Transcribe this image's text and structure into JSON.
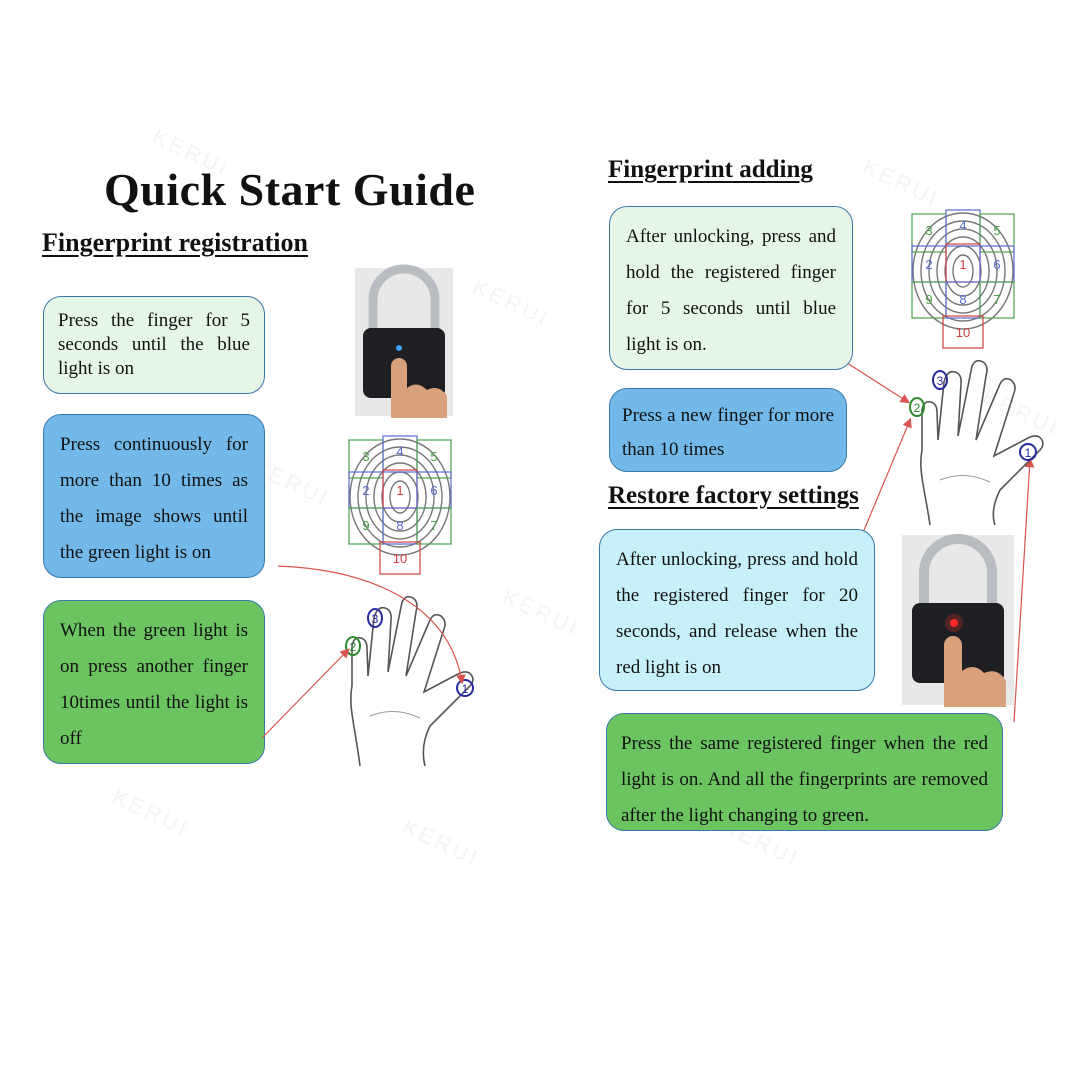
{
  "title": "Quick Start Guide",
  "sections": {
    "registration": {
      "heading": "Fingerprint registration",
      "step1": "Press the finger for 5 seconds until the blue light is on",
      "step2": "Press continuously for more than 10 times as the image shows until the green light is on",
      "step3": "When the green light is on press another finger 10times until the light is off"
    },
    "adding": {
      "heading": "Fingerprint adding",
      "step1": "After unlocking, press and hold the registered finger for 5 seconds until blue light is on.",
      "step2": "Press a new finger for more than 10 times"
    },
    "restore": {
      "heading": "Restore factory settings",
      "step1": "After unlocking, press and hold the registered finger for 20 seconds, and release when the red light is on",
      "step2": "Press the same registered finger when the red light is on. And all the fingerprints are removed after the light changing to green."
    }
  },
  "fingerprint_grid_labels": [
    "1",
    "2",
    "3",
    "4",
    "5",
    "6",
    "7",
    "8",
    "9",
    "10"
  ],
  "finger_markers": [
    "1",
    "2",
    "3"
  ],
  "watermark": "KERUI",
  "colors": {
    "light_green": "#e6f6e6",
    "blue": "#72b9ea",
    "green": "#6cc461",
    "light_blue": "#c8f0fb",
    "border": "#3a78a8",
    "arrow": "#d9534f"
  }
}
